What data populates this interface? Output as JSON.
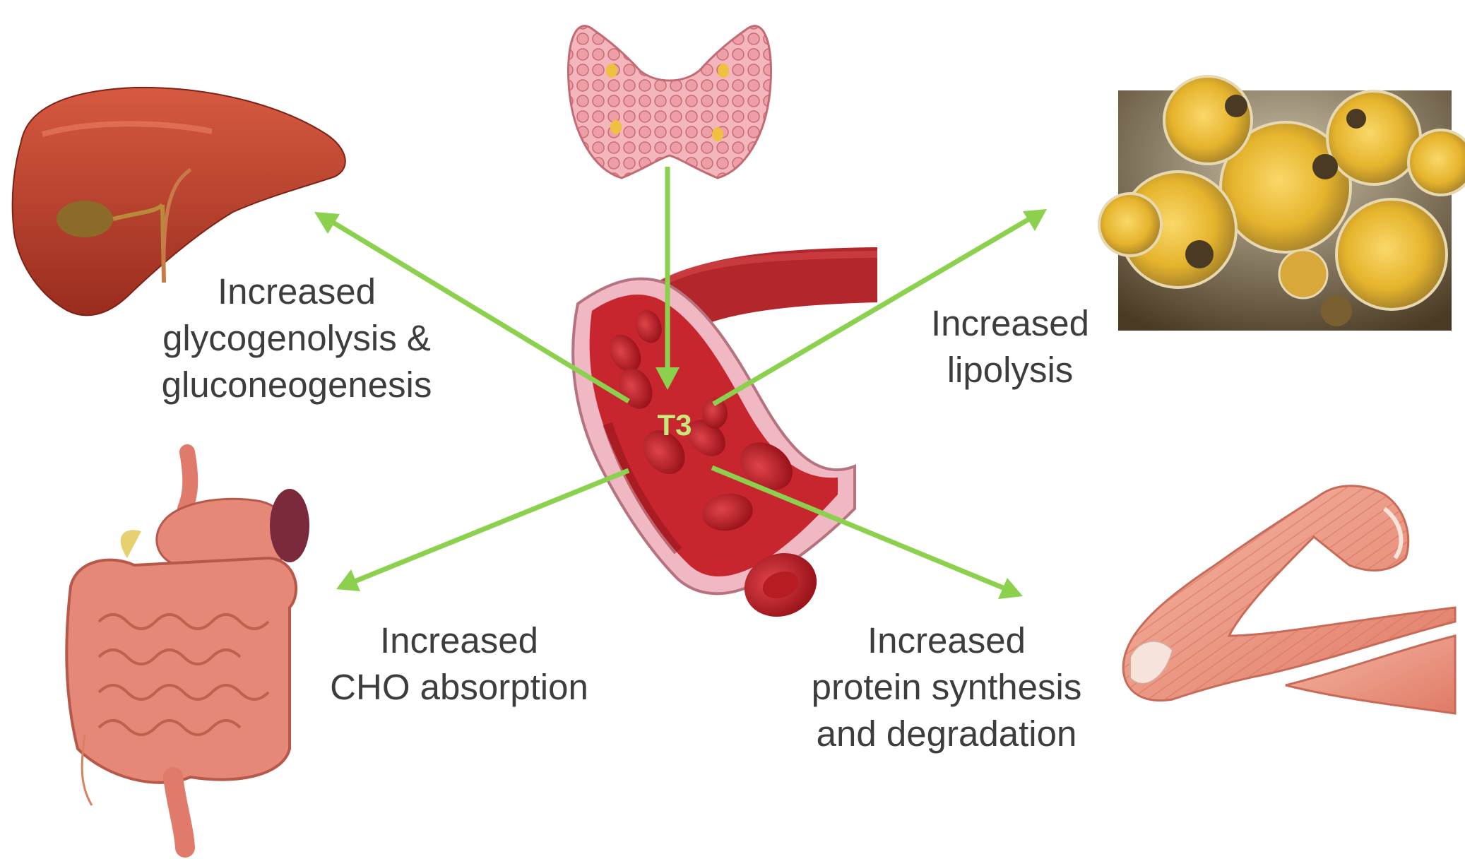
{
  "center": {
    "hormone": "T3"
  },
  "effects": {
    "liver": {
      "line1": "Increased",
      "line2": "glycogenolysis &",
      "line3": "gluconeogenesis"
    },
    "fat": {
      "line1": "Increased",
      "line2": "lipolysis"
    },
    "gut": {
      "line1": "Increased",
      "line2": "CHO absorption"
    },
    "muscle": {
      "line1": "Increased",
      "line2": "protein synthesis",
      "line3": "and degradation"
    }
  },
  "colors": {
    "arrow": "#8cd14d",
    "text": "#3d3d3d",
    "vessel": "#c0242c",
    "liver": "#b8382a",
    "thyroid": "#e9a0a8",
    "fat_cell": "#e8b830",
    "muscle": "#ec9a86",
    "intestine": "#e58878"
  },
  "icons": {
    "thyroid": "thyroid-gland-icon",
    "liver": "liver-icon",
    "fat": "fat-cells-icon",
    "gut": "digestive-system-icon",
    "muscle": "arm-muscle-icon",
    "vessel": "blood-vessel-icon"
  }
}
